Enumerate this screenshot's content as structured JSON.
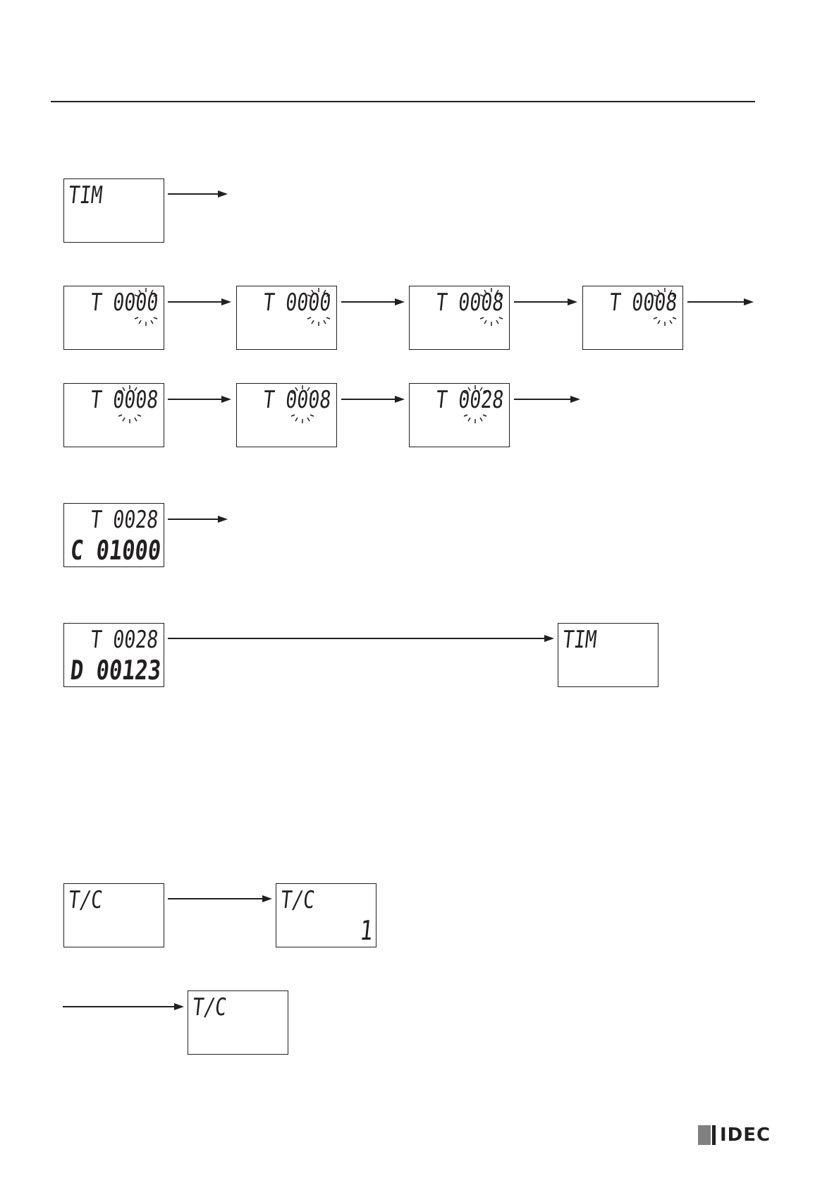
{
  "displays": [
    {
      "id": "r1a",
      "line1": "TIM",
      "line2": ""
    },
    {
      "id": "r2a",
      "line1": "T 0000",
      "line2": ""
    },
    {
      "id": "r2b",
      "line1": "T 0000",
      "line2": ""
    },
    {
      "id": "r2c",
      "line1": "T 0008",
      "line2": ""
    },
    {
      "id": "r2d",
      "line1": "T 0008",
      "line2": ""
    },
    {
      "id": "r3a",
      "line1": "T 0008",
      "line2": ""
    },
    {
      "id": "r3b",
      "line1": "T 0008",
      "line2": ""
    },
    {
      "id": "r3c",
      "line1": "T 0028",
      "line2": ""
    },
    {
      "id": "r4a",
      "line1": "T 0028",
      "line2": "C 01000"
    },
    {
      "id": "r5a",
      "line1": "T 0028",
      "line2": "D 00123"
    },
    {
      "id": "r5b",
      "line1": "TIM",
      "line2": ""
    },
    {
      "id": "r6a",
      "line1": "T/C",
      "line2": ""
    },
    {
      "id": "r6b",
      "line1": "T/C",
      "line2": "1"
    },
    {
      "id": "r7a",
      "line1": "T/C",
      "line2": ""
    }
  ],
  "brand": {
    "logo_text": "IDEC"
  }
}
